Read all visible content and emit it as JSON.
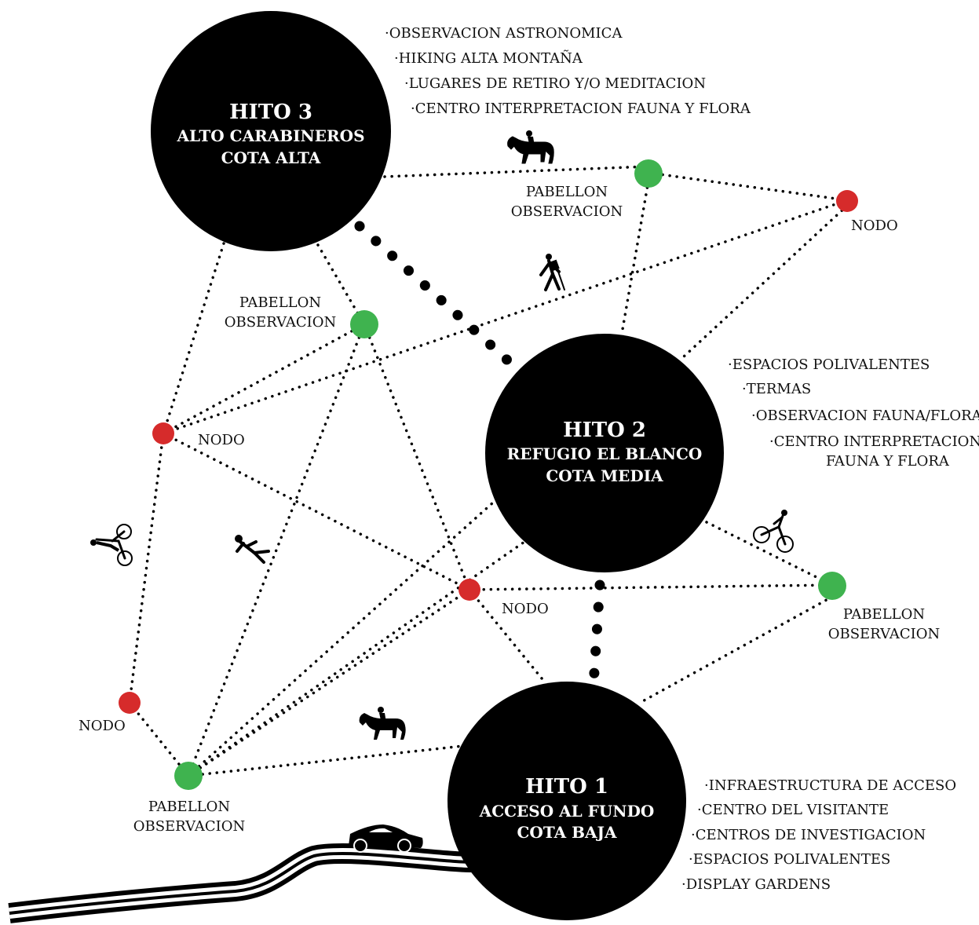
{
  "hitos": {
    "hito3": {
      "title": "HITO 3",
      "line1": "ALTO CARABINEROS",
      "line2": "COTA ALTA",
      "activities": [
        "·OBSERVACION ASTRONOMICA",
        "·HIKING ALTA MONTAÑA",
        "·LUGARES DE RETIRO Y/O MEDITACION",
        "·CENTRO INTERPRETACION FAUNA Y FLORA"
      ]
    },
    "hito2": {
      "title": "HITO 2",
      "line1": "REFUGIO EL BLANCO",
      "line2": "COTA MEDIA",
      "activities": [
        "·ESPACIOS POLIVALENTES",
        "·TERMAS",
        "·OBSERVACION FAUNA/FLORA",
        "·CENTRO INTERPRETACION",
        "FAUNA Y FLORA"
      ]
    },
    "hito1": {
      "title": "HITO 1",
      "line1": "ACCESO AL FUNDO",
      "line2": "COTA BAJA",
      "activities": [
        "·INFRAESTRUCTURA DE ACCESO",
        "·CENTRO DEL VISITANTE",
        "·CENTROS DE INVESTIGACION",
        "·ESPACIOS POLIVALENTES",
        "·DISPLAY GARDENS"
      ]
    }
  },
  "labels": {
    "pabellon_line1": "PABELLON",
    "pabellon_line2": "OBSERVACION",
    "nodo": "NODO"
  },
  "colors": {
    "hito": "#000000",
    "pabellon": "#3fb34f",
    "nodo": "#d62b2b",
    "line": "#000000"
  },
  "icons": [
    "horse-rider-icon",
    "hiker-icon",
    "cyclist-icon",
    "climber-icon",
    "car-icon",
    "road-icon"
  ]
}
